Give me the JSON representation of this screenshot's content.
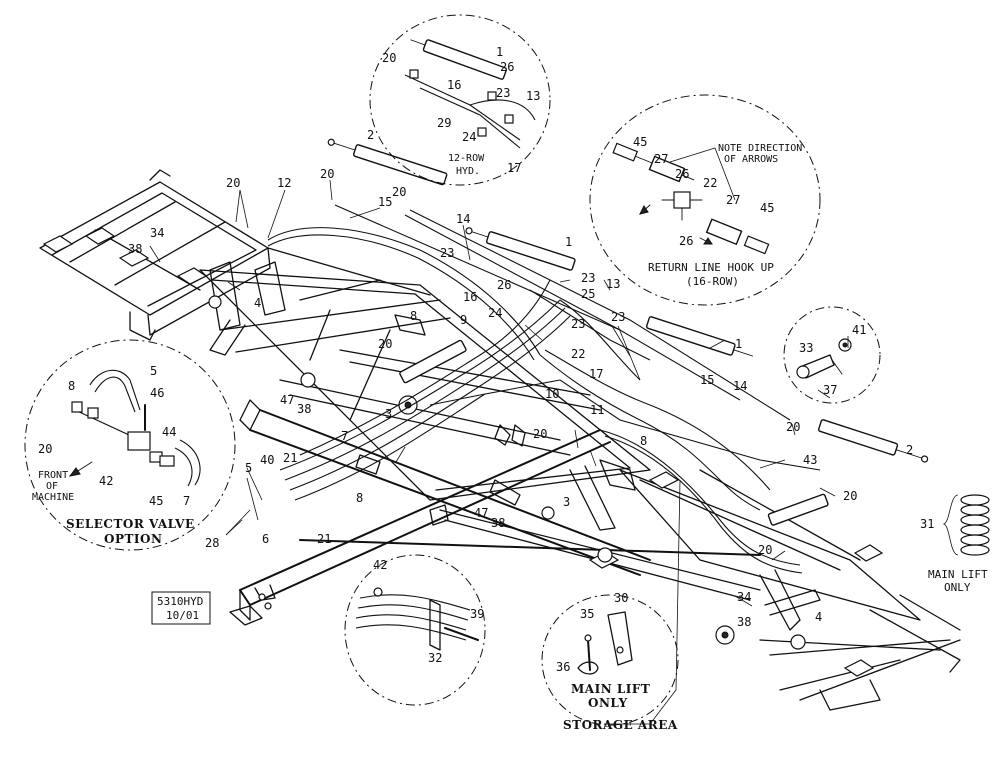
{
  "drawing": {
    "stamp_line1": "5310HYD",
    "stamp_line2": "10/01"
  },
  "callouts": {
    "n1a": "1",
    "n20a": "20",
    "n26a": "26",
    "n16a": "16",
    "n23a": "23",
    "n13a": "13",
    "n29": "29",
    "n24a": "24",
    "n17a": "17",
    "n2a": "2",
    "n20b": "20",
    "n20c": "20",
    "n12": "12",
    "n20d": "20",
    "n15a": "15",
    "n14a": "14",
    "n34a": "34",
    "n38a": "38",
    "n4a": "4",
    "n1b": "1",
    "n23b": "23",
    "n23c": "23",
    "n26b": "26",
    "n16b": "16",
    "n13b": "13",
    "n25": "25",
    "n24b": "24",
    "n23d": "23",
    "n23e": "23",
    "n8a": "8",
    "n9": "9",
    "n22a": "22",
    "n1c": "1",
    "n20e": "20",
    "n47a": "47",
    "n38b": "38",
    "n3a": "3",
    "n10": "10",
    "n17b": "17",
    "n11": "11",
    "n15b": "15",
    "n14b": "14",
    "n20f": "20",
    "n8b": "8",
    "n43": "43",
    "n2b": "2",
    "n20g": "20",
    "n7a": "7",
    "n21a": "21",
    "n8c": "8",
    "n21b": "21",
    "n20h": "20",
    "n3b": "3",
    "n47b": "47",
    "n38c": "38",
    "n20i": "20",
    "n34b": "34",
    "n38d": "38",
    "n4b": "4",
    "d45a": "45",
    "d27a": "27",
    "d26a": "26",
    "d22": "22",
    "d27b": "27",
    "d45b": "45",
    "d26b": "26",
    "s33": "33",
    "s41": "41",
    "s37": "37",
    "v8": "8",
    "v5a": "5",
    "v46": "46",
    "v20": "20",
    "v44": "44",
    "v42": "42",
    "v45": "45",
    "v7": "7",
    "p5": "5",
    "p40": "40",
    "p28": "28",
    "p6": "6",
    "c42": "42",
    "c39": "39",
    "c32": "32",
    "m35": "35",
    "m30": "30",
    "m36": "36",
    "r31": "31"
  },
  "notes": {
    "hyd12_l1": "12-ROW",
    "hyd12_l2": "HYD.",
    "note_dir_l1": "NOTE DIRECTION",
    "note_dir_l2": "OF ARROWS",
    "return_l1": "RETURN LINE HOOK UP",
    "return_l2": "(16-ROW)",
    "front_l1": "FRONT",
    "front_l2": "OF",
    "front_l3": "MACHINE",
    "selector_l1": "SELECTOR VALVE",
    "selector_l2": "OPTION",
    "mainlift_l1": "MAIN LIFT",
    "mainlift_l2": "ONLY",
    "storage_l1": "MAIN LIFT",
    "storage_l2": "ONLY",
    "storage_area": "STORAGE AREA"
  }
}
